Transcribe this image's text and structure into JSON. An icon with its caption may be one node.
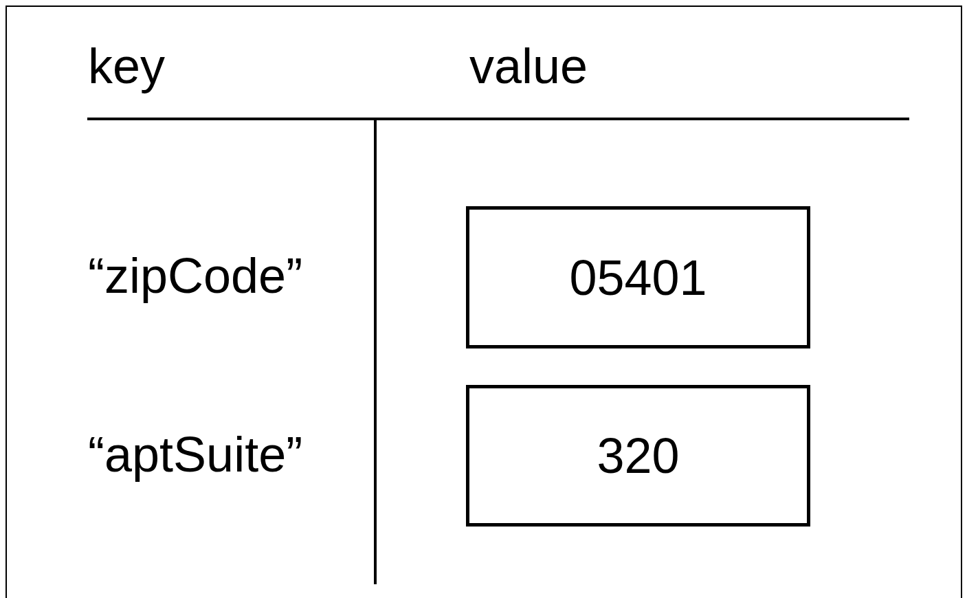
{
  "diagram": {
    "nodes": [
      {
        "text": [
          "05401"
        ]
      },
      {
        "text": [
          "320"
        ]
      }
    ],
    "labels": [
      "key",
      "value",
      "“zipCode”",
      "“aptSuite”"
    ]
  }
}
